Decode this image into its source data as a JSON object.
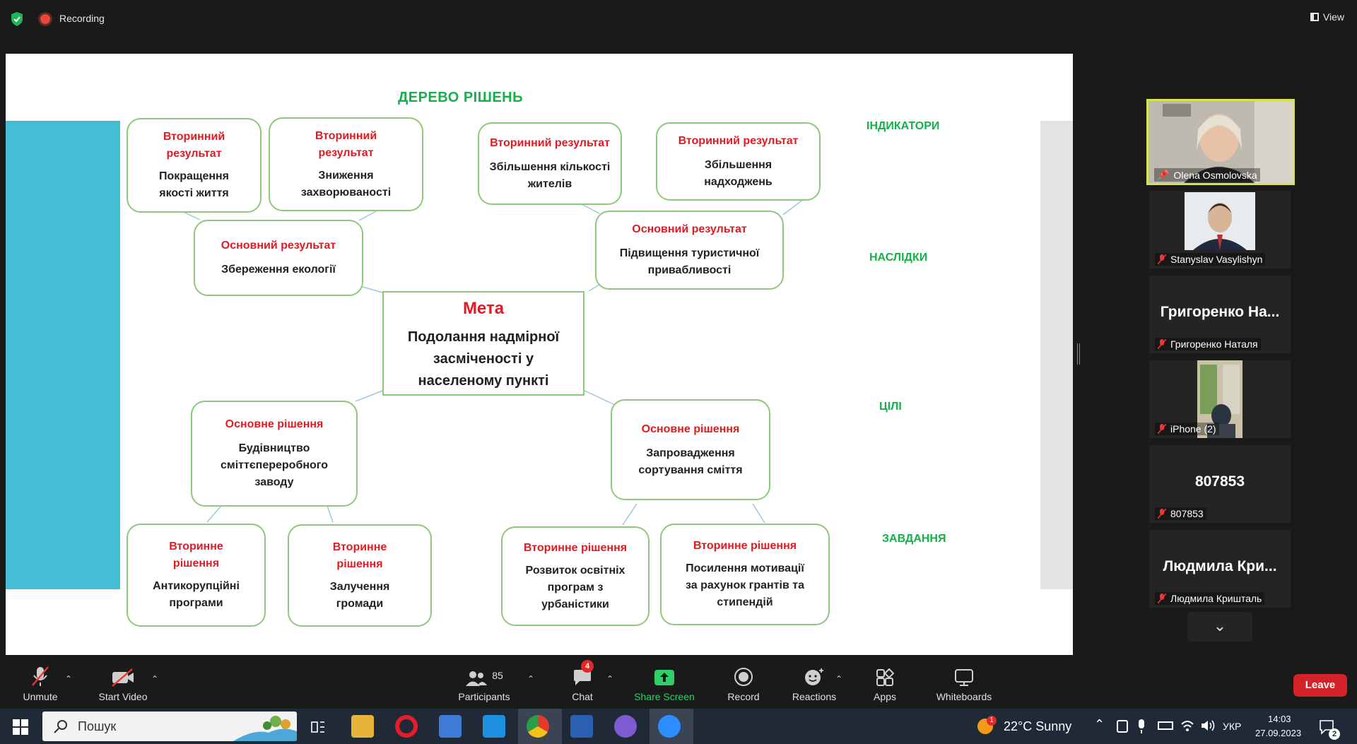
{
  "topbar": {
    "recording_label": "Recording",
    "view_label": "View"
  },
  "slide": {
    "title": "ДЕРЕВО РІШЕНЬ",
    "levels": {
      "indicators": "ІНДИКАТОРИ",
      "consequences": "НАСЛІДКИ",
      "goals": "ЦІЛІ",
      "tasks": "ЗАВДАННЯ"
    },
    "goal": {
      "header": "Мета",
      "text_lines": [
        "Подолання надмірної",
        "засміченості у",
        "населеному пункті"
      ]
    },
    "nodes": [
      {
        "header": "Вторинний результат",
        "header_lines": [
          "Вторинний",
          "результат"
        ],
        "body_lines": [
          "Покращення",
          "якості життя"
        ]
      },
      {
        "header_lines": [
          "Вторинний",
          "результат"
        ],
        "body_lines": [
          "Зниження",
          "захворюваності"
        ]
      },
      {
        "header_lines": [
          "Вторинний результат"
        ],
        "body_lines": [
          "Збільшення  кількості",
          "жителів"
        ]
      },
      {
        "header_lines": [
          "Вторинний результат"
        ],
        "body_lines": [
          "Збільшення",
          "надходжень"
        ]
      },
      {
        "header_lines": [
          "Основний результат"
        ],
        "body_lines": [
          "Збереження екології"
        ]
      },
      {
        "header_lines": [
          "Основний результат"
        ],
        "body_lines": [
          "Підвищення туристичної",
          "привабливості"
        ]
      },
      {
        "header_lines": [
          "Основне рішення"
        ],
        "body_lines": [
          "Будівництво",
          "сміттєпереробного",
          "заводу"
        ]
      },
      {
        "header_lines": [
          "Основне рішення"
        ],
        "body_lines": [
          "Запровадження",
          "сортування сміття"
        ]
      },
      {
        "header_lines": [
          "Вторинне",
          "рішення"
        ],
        "body_lines": [
          "Антикорупційні",
          "програми"
        ]
      },
      {
        "header_lines": [
          "Вторинне",
          "рішення"
        ],
        "body_lines": [
          "Залучення",
          "громади"
        ]
      },
      {
        "header_lines": [
          "Вторинне рішення"
        ],
        "body_lines": [
          "Розвиток освітніх",
          "програм з",
          "урбаністики"
        ]
      },
      {
        "header_lines": [
          "Вторинне рішення"
        ],
        "body_lines": [
          "Посилення мотивації",
          "за рахунок грантів та",
          "стипендій"
        ]
      }
    ]
  },
  "participants": [
    {
      "name": "Olena Osmolovska",
      "big": "",
      "active": true
    },
    {
      "name": "Stanyslav Vasylishyn",
      "big": ""
    },
    {
      "name": "Григоренко Наталя",
      "big": "Григоренко На..."
    },
    {
      "name": "iPhone (2)",
      "big": ""
    },
    {
      "name": "807853",
      "big": "807853"
    },
    {
      "name": "Людмила Кришталь",
      "big": "Людмила Кри..."
    }
  ],
  "toolbar": {
    "unmute": "Unmute",
    "start_video": "Start Video",
    "participants": "Participants",
    "participants_count": "85",
    "chat": "Chat",
    "chat_badge": "4",
    "share": "Share Screen",
    "record": "Record",
    "reactions": "Reactions",
    "apps": "Apps",
    "whiteboards": "Whiteboards",
    "leave": "Leave"
  },
  "taskbar": {
    "search_placeholder": "Пошук",
    "weather": "22°C  Sunny",
    "weather_badge": "1",
    "lang": "УКР",
    "time": "14:03",
    "date": "27.09.2023",
    "notif_count": "2"
  },
  "colors": {
    "accent_green": "#16b04a",
    "header_red": "#e11b22",
    "node_border": "#8cc97a",
    "leave_red": "#d3222a",
    "share_green": "#2fcf6a"
  }
}
